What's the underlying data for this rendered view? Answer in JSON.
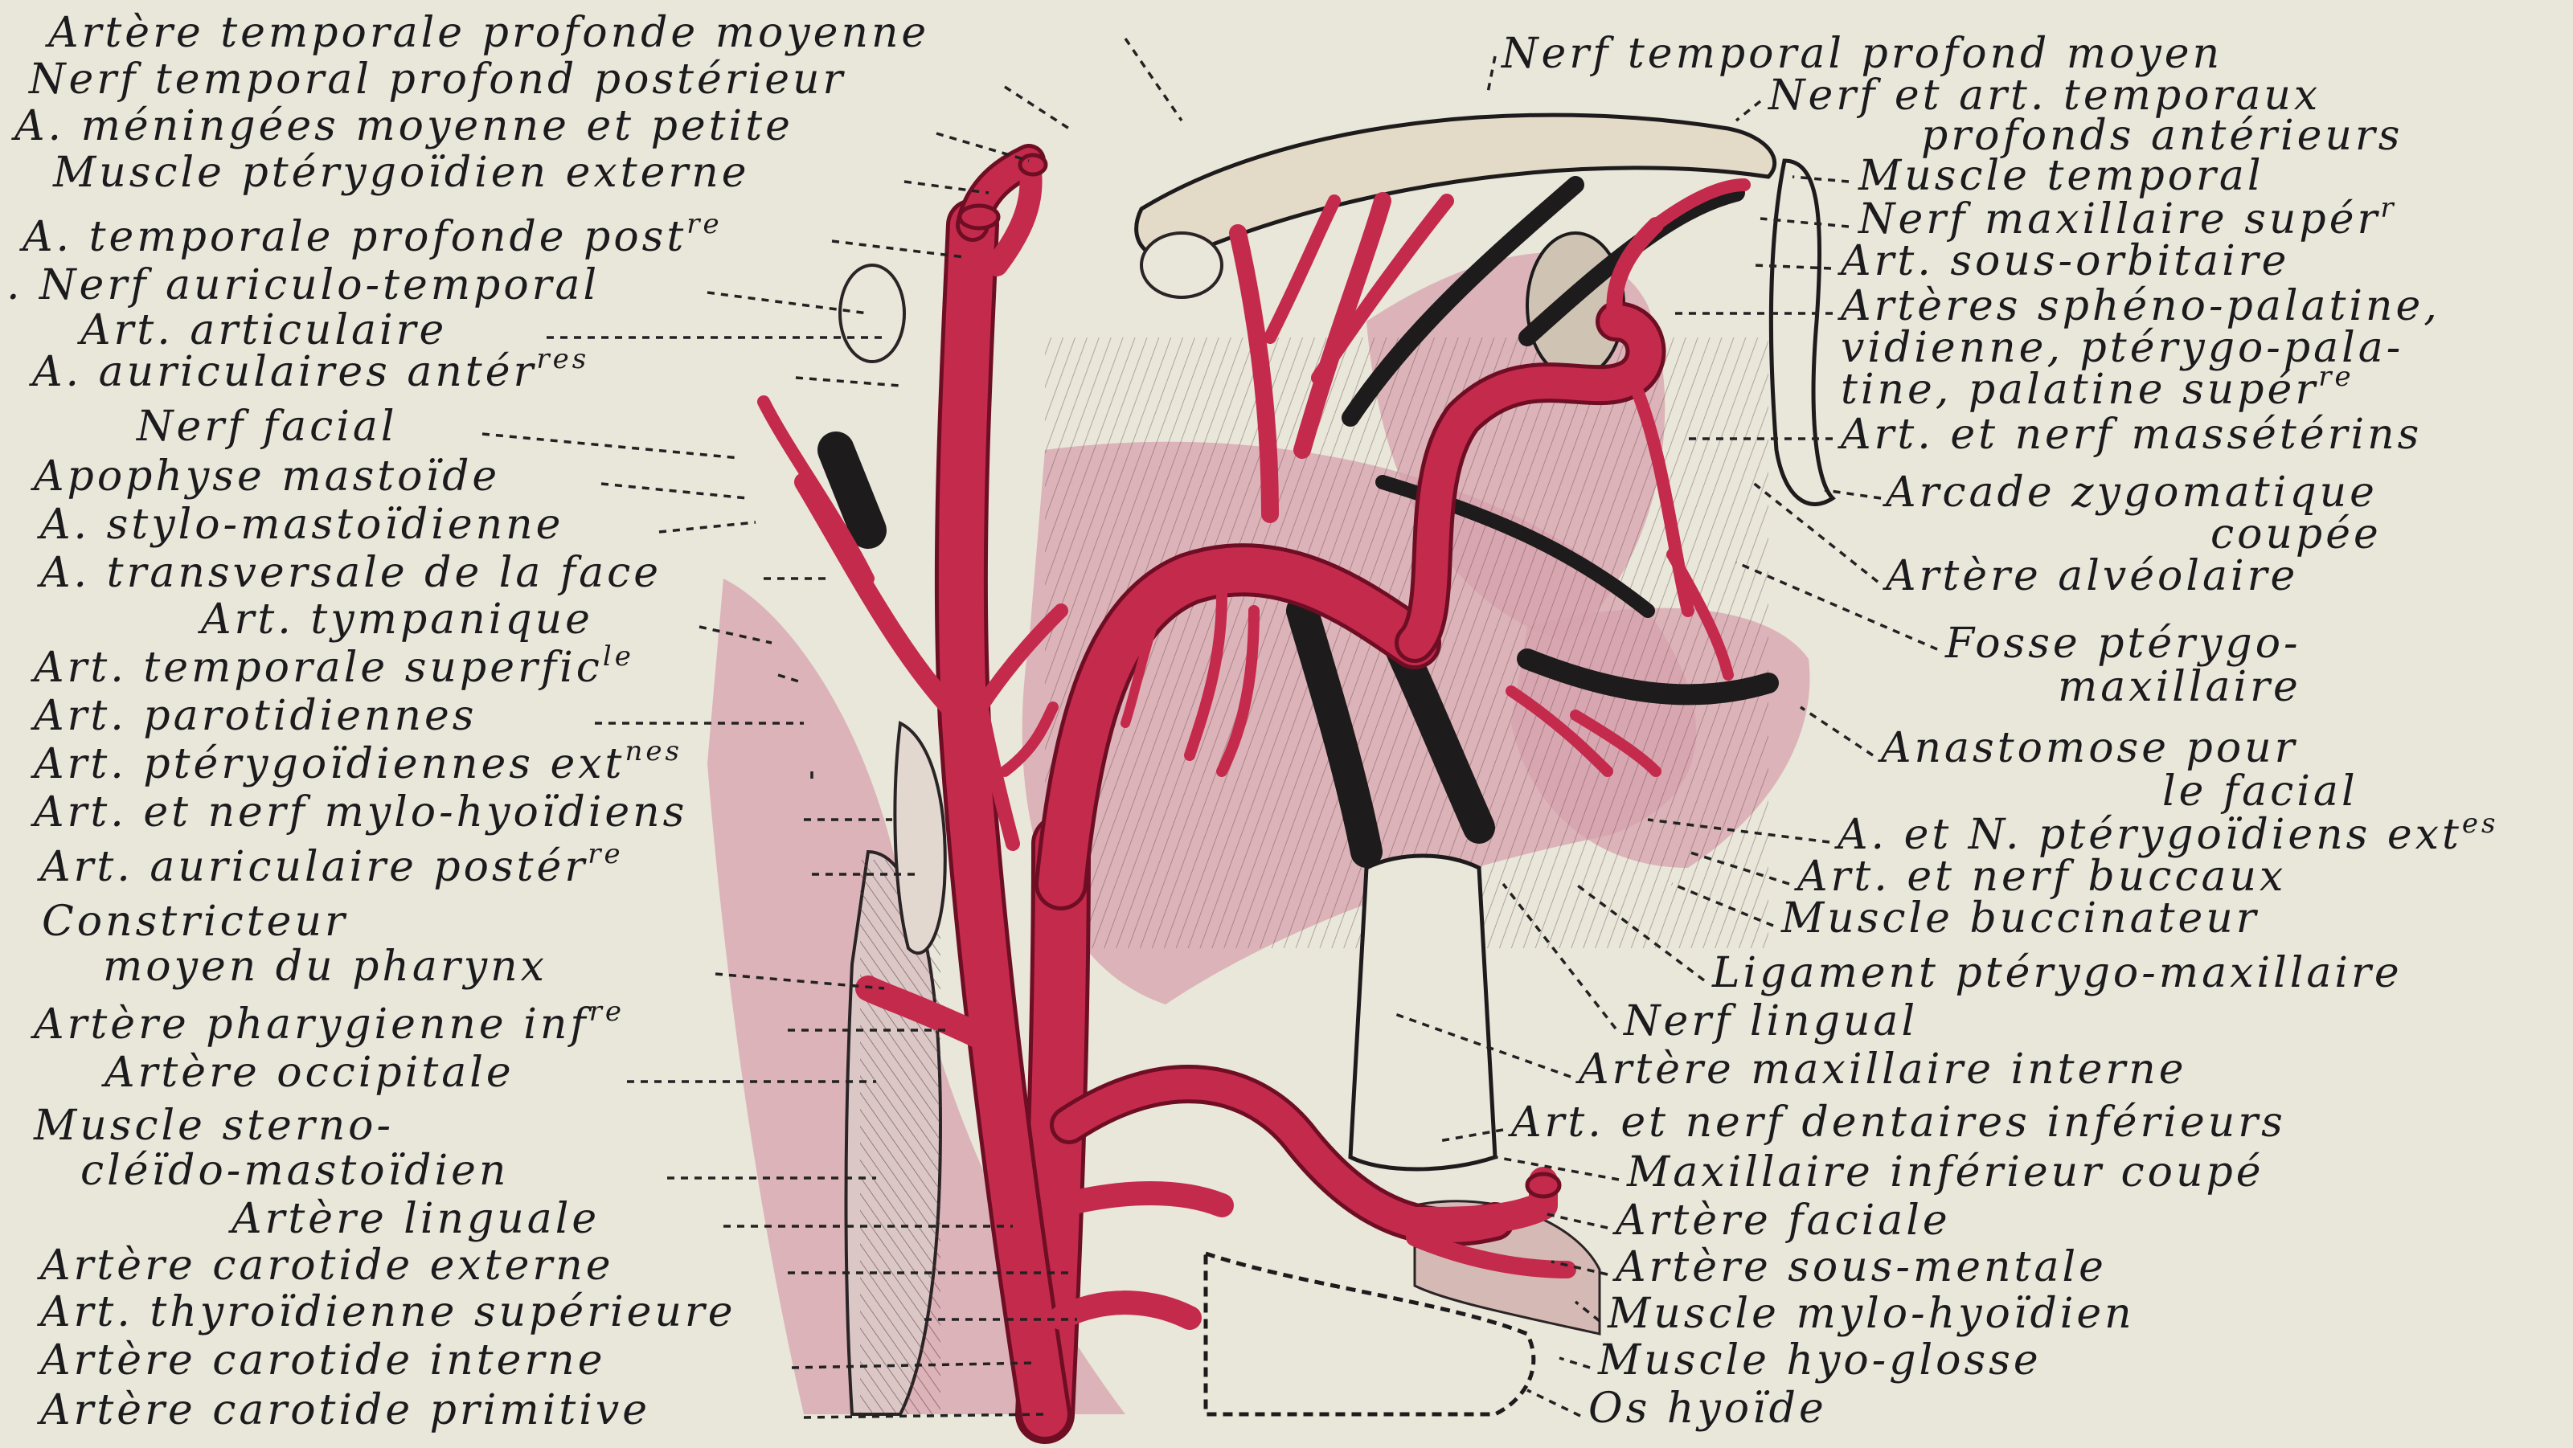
{
  "labels_left": [
    {
      "id": "l01",
      "text": "Artère temporale profonde moyenne"
    },
    {
      "id": "l02",
      "text": "Nerf temporal profond postérieur"
    },
    {
      "id": "l03",
      "text": "A. méningées moyenne et petite"
    },
    {
      "id": "l04",
      "text": "Muscle ptérygoïdien externe"
    },
    {
      "id": "l05",
      "text": "A. temporale profonde post",
      "sup": "re"
    },
    {
      "id": "l06",
      "text": ". Nerf auriculo-temporal"
    },
    {
      "id": "l07",
      "text": "Art. articulaire"
    },
    {
      "id": "l08",
      "text": "A. auriculaires antér",
      "sup": "res"
    },
    {
      "id": "l09",
      "text": "Nerf facial"
    },
    {
      "id": "l10",
      "text": "Apophyse mastoïde"
    },
    {
      "id": "l11",
      "text": "A. stylo-mastoïdienne"
    },
    {
      "id": "l12",
      "text": "A. transversale de la face"
    },
    {
      "id": "l13",
      "text": "Art. tympanique"
    },
    {
      "id": "l14",
      "text": "Art. temporale superfic",
      "sup": "le"
    },
    {
      "id": "l15",
      "text": "Art. parotidiennes"
    },
    {
      "id": "l16",
      "text": "Art. ptérygoïdiennes ext",
      "sup": "nes"
    },
    {
      "id": "l17",
      "text": "Art. et nerf mylo-hyoïdiens"
    },
    {
      "id": "l18",
      "text": "Art. auriculaire postér",
      "sup": "re"
    },
    {
      "id": "l19a",
      "text": "Constricteur"
    },
    {
      "id": "l19b",
      "text": "moyen du pharynx"
    },
    {
      "id": "l20",
      "text": "Artère pharygienne inf",
      "sup": "re"
    },
    {
      "id": "l21",
      "text": "Artère occipitale"
    },
    {
      "id": "l22a",
      "text": "Muscle sterno-"
    },
    {
      "id": "l22b",
      "text": "cléïdo-mastoïdien"
    },
    {
      "id": "l23",
      "text": "Artère linguale"
    },
    {
      "id": "l24",
      "text": "Artère carotide externe"
    },
    {
      "id": "l25",
      "text": "Art. thyroïdienne supérieure"
    },
    {
      "id": "l26",
      "text": "Artère carotide interne"
    },
    {
      "id": "l27",
      "text": "Artère carotide primitive"
    }
  ],
  "labels_right": [
    {
      "id": "r01",
      "text": "Nerf temporal profond moyen"
    },
    {
      "id": "r02a",
      "text": "Nerf et art. temporaux"
    },
    {
      "id": "r02b",
      "text": "profonds antérieurs"
    },
    {
      "id": "r03",
      "text": "Muscle temporal"
    },
    {
      "id": "r04",
      "text": "Nerf maxillaire supér",
      "sup": "r"
    },
    {
      "id": "r05",
      "text": "Art. sous-orbitaire"
    },
    {
      "id": "r06a",
      "text": "Artères sphéno-palatine,"
    },
    {
      "id": "r06b",
      "text": "vidienne, ptérygo-pala-"
    },
    {
      "id": "r06c",
      "text": "tine, palatine supér",
      "sup": "re"
    },
    {
      "id": "r07",
      "text": "Art. et nerf massétérins"
    },
    {
      "id": "r08a",
      "text": "Arcade zygomatique"
    },
    {
      "id": "r08b",
      "text": "coupée"
    },
    {
      "id": "r09",
      "text": "Artère alvéolaire"
    },
    {
      "id": "r10a",
      "text": "Fosse ptérygo-"
    },
    {
      "id": "r10b",
      "text": "maxillaire"
    },
    {
      "id": "r11a",
      "text": "Anastomose pour"
    },
    {
      "id": "r11b",
      "text": "le facial"
    },
    {
      "id": "r12",
      "text": "A. et N. ptérygoïdiens ext",
      "sup": "es"
    },
    {
      "id": "r13",
      "text": "Art. et nerf buccaux"
    },
    {
      "id": "r14",
      "text": "Muscle buccinateur"
    },
    {
      "id": "r15",
      "text": "Ligament ptérygo-maxillaire"
    },
    {
      "id": "r16",
      "text": "Nerf lingual"
    },
    {
      "id": "r17",
      "text": "Artère maxillaire interne"
    },
    {
      "id": "r18",
      "text": "Art. et nerf dentaires inférieurs"
    },
    {
      "id": "r19",
      "text": "Maxillaire inférieur coupé"
    },
    {
      "id": "r20",
      "text": "Artère faciale"
    },
    {
      "id": "r21",
      "text": "Artère sous-mentale"
    },
    {
      "id": "r22",
      "text": "Muscle mylo-hyoïdien"
    },
    {
      "id": "r23",
      "text": "Muscle hyo-glosse"
    },
    {
      "id": "r24",
      "text": "Os hyoïde"
    }
  ],
  "colors": {
    "paper": "#e9e6da",
    "artery": "#c42a4c",
    "muscle_tint": "#d7a2ad",
    "ink": "#1b1a1c"
  }
}
